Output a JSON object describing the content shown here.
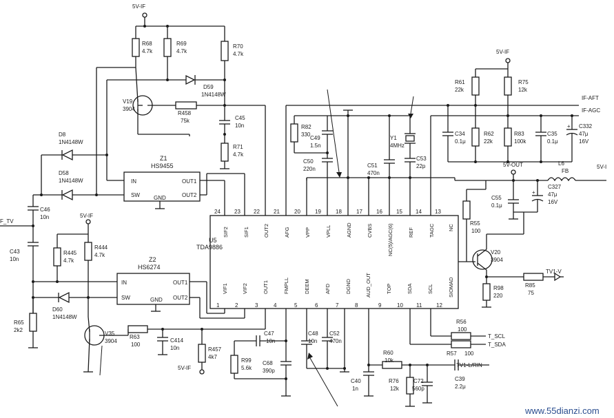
{
  "supplies": {
    "top": "5V-IF",
    "right": "5V-IF",
    "left": "5V-IF",
    "bottom": "5V-IF",
    "vout": "5V-OUT",
    "edge": "5V-I"
  },
  "ic_main": {
    "ref": "U5",
    "part": "TDA9886"
  },
  "ic_z1": {
    "ref": "Z1",
    "part": "HS9455",
    "in": "IN",
    "sw": "SW",
    "gnd": "GND",
    "out1": "OUT1",
    "out2": "OUT2"
  },
  "ic_z2": {
    "ref": "Z2",
    "part": "HS6274",
    "in": "IN",
    "sw": "SW",
    "gnd": "GND",
    "out1": "OUT1",
    "out2": "OUT2"
  },
  "pins_bottom": [
    {
      "num": "1",
      "name": "VIF1"
    },
    {
      "num": "2",
      "name": "VIF2"
    },
    {
      "num": "3",
      "name": "OUT1"
    },
    {
      "num": "4",
      "name": "FMPLL"
    },
    {
      "num": "5",
      "name": "DEEM"
    },
    {
      "num": "6",
      "name": "AFD"
    },
    {
      "num": "7",
      "name": "DGND"
    },
    {
      "num": "8",
      "name": "AUD_OUT"
    },
    {
      "num": "9",
      "name": "TOP"
    },
    {
      "num": "10",
      "name": "SDA"
    },
    {
      "num": "11",
      "name": "SCL"
    },
    {
      "num": "12",
      "name": "SIOMAD"
    }
  ],
  "pins_top": [
    {
      "num": "24",
      "name": "SIF2"
    },
    {
      "num": "23",
      "name": "SIF1"
    },
    {
      "num": "22",
      "name": "OUT2"
    },
    {
      "num": "21",
      "name": "AFG"
    },
    {
      "num": "20",
      "name": "VPP"
    },
    {
      "num": "19",
      "name": "VPLL"
    },
    {
      "num": "18",
      "name": "AGND"
    },
    {
      "num": "17",
      "name": "CVBS"
    },
    {
      "num": "16",
      "name": "NC(5)/AGC(6)"
    },
    {
      "num": "15",
      "name": "REF"
    },
    {
      "num": "14",
      "name": "TAGC"
    },
    {
      "num": "13",
      "name": "NC"
    }
  ],
  "components": {
    "R68": [
      "R68",
      "4.7k"
    ],
    "R69": [
      "R69",
      "4.7k"
    ],
    "R70": [
      "R70",
      "4.7k"
    ],
    "D59": [
      "D59",
      "1N4148W"
    ],
    "V19": [
      "V19",
      "3904"
    ],
    "R458": [
      "R458",
      "75k"
    ],
    "C45": [
      "C45",
      "10n"
    ],
    "R71": [
      "R71",
      "4.7k"
    ],
    "D8": [
      "D8",
      "1N4148W"
    ],
    "D58": [
      "D58",
      "1N4148W"
    ],
    "C46": [
      "C46",
      "10n"
    ],
    "C43": [
      "C43",
      "10n"
    ],
    "R445": [
      "R445",
      "4.7k"
    ],
    "R444": [
      "R444",
      "4.7k"
    ],
    "D60": [
      "D60",
      "1N4148W"
    ],
    "R65": [
      "R65",
      "2k2"
    ],
    "V35": [
      "V35",
      "3904"
    ],
    "R63": [
      "R63",
      "100"
    ],
    "C414": [
      "C414",
      "10n"
    ],
    "R457": [
      "R457",
      "4k7"
    ],
    "R82": [
      "R82",
      "330"
    ],
    "C49": [
      "C49",
      "1.5n"
    ],
    "C50": [
      "C50",
      "220n"
    ],
    "Y1": [
      "Y1",
      "4MHz"
    ],
    "C51": [
      "C51",
      "470n"
    ],
    "C53": [
      "C53",
      "22p"
    ],
    "R61": [
      "R61",
      "22k"
    ],
    "R75": [
      "R75",
      "12k"
    ],
    "C34": [
      "C34",
      "0.1μ"
    ],
    "R62": [
      "R62",
      "22k"
    ],
    "R83": [
      "R83",
      "100k"
    ],
    "C35": [
      "C35",
      "0.1μ"
    ],
    "C332": [
      "C332",
      "47μ",
      "16V"
    ],
    "L6": [
      "L6",
      "FB"
    ],
    "C327": [
      "C327",
      "47μ",
      "16V"
    ],
    "C55": [
      "C55",
      "0.1μ"
    ],
    "R55": [
      "R55",
      "100"
    ],
    "V20": [
      "V20",
      "3904"
    ],
    "R98": [
      "R98",
      "220"
    ],
    "R85": [
      "R85",
      "75"
    ],
    "C47": [
      "C47",
      "10n"
    ],
    "R99": [
      "R99",
      "5.6k"
    ],
    "C68": [
      "C68",
      "390p"
    ],
    "C48": [
      "C48",
      "10n"
    ],
    "C52": [
      "C52",
      "470n"
    ],
    "C40": [
      "C40",
      "1n"
    ],
    "R60": [
      "R60",
      "10k"
    ],
    "R76": [
      "R76",
      "12k"
    ],
    "C72": [
      "C72",
      "560p"
    ],
    "C39": [
      "C39",
      "2.2μ"
    ],
    "R56": [
      "R56",
      "100"
    ],
    "R57": [
      "R57",
      "100"
    ]
  },
  "nets": {
    "if_aft": "IF-AFT",
    "if_agc": "IF-AGC",
    "f_tv": "F_TV",
    "tv1_v": "TV1-V",
    "t_scl": "T_SCL",
    "t_sda": "T_SDA",
    "tv1_lrin": "TV1-L/RIN"
  },
  "watermark": "www.55dianzi.com"
}
